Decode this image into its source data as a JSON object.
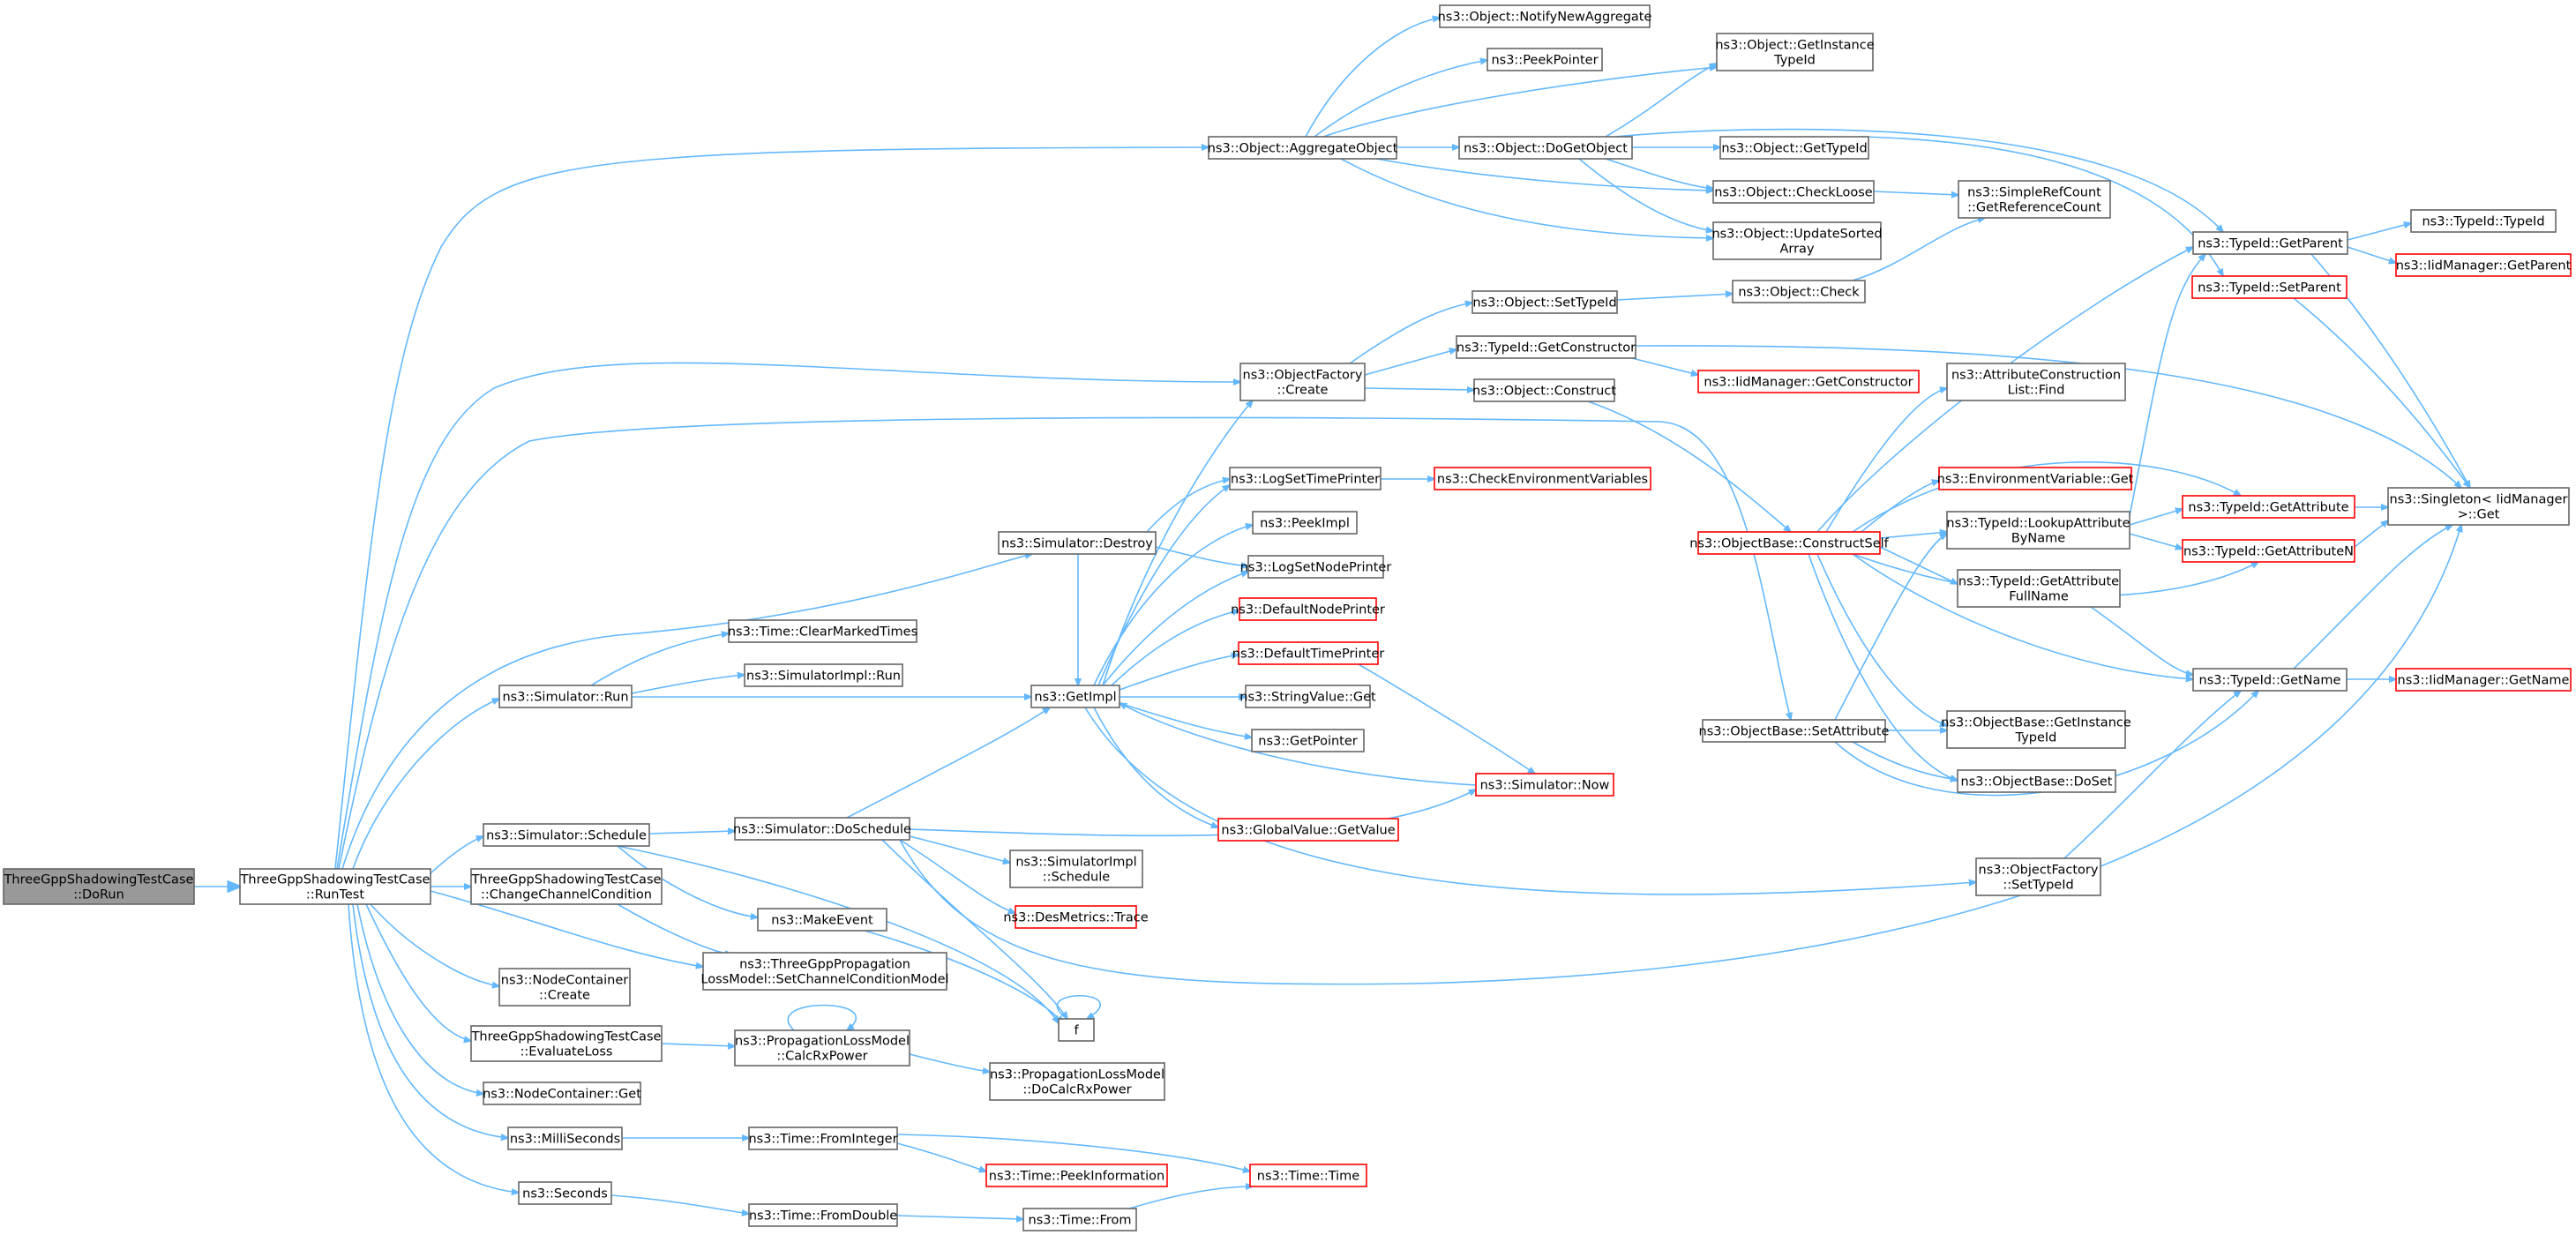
{
  "graph_title": "",
  "nodes": {
    "doRun": {
      "lines": [
        "ThreeGppShadowingTestCase",
        "::DoRun"
      ]
    },
    "runTest": {
      "lines": [
        "ThreeGppShadowingTestCase",
        "::RunTest"
      ]
    },
    "aggregateObject": {
      "lines": [
        "ns3::Object::AggregateObject"
      ]
    },
    "notifyNewAggregate": {
      "lines": [
        "ns3::Object::NotifyNewAggregate"
      ]
    },
    "peekPointer": {
      "lines": [
        "ns3::PeekPointer"
      ]
    },
    "getInstanceTypeIdObj": {
      "lines": [
        "ns3::Object::GetInstance",
        "TypeId"
      ]
    },
    "doGetObject": {
      "lines": [
        "ns3::Object::DoGetObject"
      ]
    },
    "getTypeIdObj": {
      "lines": [
        "ns3::Object::GetTypeId"
      ]
    },
    "checkLoose": {
      "lines": [
        "ns3::Object::CheckLoose"
      ]
    },
    "simpleRefCount": {
      "lines": [
        "ns3::SimpleRefCount",
        "::GetReferenceCount"
      ]
    },
    "updateSortedArray": {
      "lines": [
        "ns3::Object::UpdateSorted",
        "Array"
      ]
    },
    "typeIdGetParent": {
      "lines": [
        "ns3::TypeId::GetParent"
      ]
    },
    "typeIdTypeId": {
      "lines": [
        "ns3::TypeId::TypeId"
      ]
    },
    "iidGetParent": {
      "lines": [
        "ns3::IidManager::GetParent"
      ]
    },
    "typeIdSetParent": {
      "lines": [
        "ns3::TypeId::SetParent"
      ]
    },
    "setTypeIdObj": {
      "lines": [
        "ns3::Object::SetTypeId"
      ]
    },
    "objectCheck": {
      "lines": [
        "ns3::Object::Check"
      ]
    },
    "objectFactoryCreate": {
      "lines": [
        "ns3::ObjectFactory",
        "::Create"
      ]
    },
    "typeIdGetConstructor": {
      "lines": [
        "ns3::TypeId::GetConstructor"
      ]
    },
    "iidGetConstructor": {
      "lines": [
        "ns3::IidManager::GetConstructor"
      ]
    },
    "objectConstruct": {
      "lines": [
        "ns3::Object::Construct"
      ]
    },
    "attrConstructionFind": {
      "lines": [
        "ns3::AttributeConstruction",
        "List::Find"
      ]
    },
    "logSetTimePrinter": {
      "lines": [
        "ns3::LogSetTimePrinter"
      ]
    },
    "checkEnvVars": {
      "lines": [
        "ns3::CheckEnvironmentVariables"
      ]
    },
    "envVarGet": {
      "lines": [
        "ns3::EnvironmentVariable::Get"
      ]
    },
    "typeIdGetAttribute": {
      "lines": [
        "ns3::TypeId::GetAttribute"
      ]
    },
    "singletonGet": {
      "lines": [
        "ns3::Singleton< IidManager",
        ">::Get"
      ]
    },
    "simulatorDestroy": {
      "lines": [
        "ns3::Simulator::Destroy"
      ]
    },
    "peekImpl": {
      "lines": [
        "ns3::PeekImpl"
      ]
    },
    "objectBaseConstructSelf": {
      "lines": [
        "ns3::ObjectBase::ConstructSelf"
      ]
    },
    "lookupAttrByName": {
      "lines": [
        "ns3::TypeId::LookupAttribute",
        "ByName"
      ]
    },
    "typeIdGetAttributeN": {
      "lines": [
        "ns3::TypeId::GetAttributeN"
      ]
    },
    "logSetNodePrinter": {
      "lines": [
        "ns3::LogSetNodePrinter"
      ]
    },
    "getAttributeFullName": {
      "lines": [
        "ns3::TypeId::GetAttribute",
        "FullName"
      ]
    },
    "defaultNodePrinter": {
      "lines": [
        "ns3::DefaultNodePrinter"
      ]
    },
    "timeClearMarkedTimes": {
      "lines": [
        "ns3::Time::ClearMarkedTimes"
      ]
    },
    "defaultTimePrinter": {
      "lines": [
        "ns3::DefaultTimePrinter"
      ]
    },
    "simulatorImplRun": {
      "lines": [
        "ns3::SimulatorImpl::Run"
      ]
    },
    "typeIdGetName": {
      "lines": [
        "ns3::TypeId::GetName"
      ]
    },
    "iidGetName": {
      "lines": [
        "ns3::IidManager::GetName"
      ]
    },
    "simulatorRun": {
      "lines": [
        "ns3::Simulator::Run"
      ]
    },
    "getImpl": {
      "lines": [
        "ns3::GetImpl"
      ]
    },
    "stringValueGet": {
      "lines": [
        "ns3::StringValue::Get"
      ]
    },
    "objectBaseSetAttribute": {
      "lines": [
        "ns3::ObjectBase::SetAttribute"
      ]
    },
    "objectBaseGetInstanceTypeId": {
      "lines": [
        "ns3::ObjectBase::GetInstance",
        "TypeId"
      ]
    },
    "getPointer": {
      "lines": [
        "ns3::GetPointer"
      ]
    },
    "objectBaseDoSet": {
      "lines": [
        "ns3::ObjectBase::DoSet"
      ]
    },
    "simulatorNow": {
      "lines": [
        "ns3::Simulator::Now"
      ]
    },
    "simulatorSchedule": {
      "lines": [
        "ns3::Simulator::Schedule"
      ]
    },
    "simulatorDoSchedule": {
      "lines": [
        "ns3::Simulator::DoSchedule"
      ]
    },
    "globalValueGetValue": {
      "lines": [
        "ns3::GlobalValue::GetValue"
      ]
    },
    "simulatorImplSchedule": {
      "lines": [
        "ns3::SimulatorImpl",
        "::Schedule"
      ]
    },
    "objectFactorySetTypeId": {
      "lines": [
        "ns3::ObjectFactory",
        "::SetTypeId"
      ]
    },
    "changeChannelCondition": {
      "lines": [
        "ThreeGppShadowingTestCase",
        "::ChangeChannelCondition"
      ]
    },
    "desMetricsTrace": {
      "lines": [
        "ns3::DesMetrics::Trace"
      ]
    },
    "makeEvent": {
      "lines": [
        "ns3::MakeEvent"
      ]
    },
    "setChannelConditionModel": {
      "lines": [
        "ns3::ThreeGppPropagation",
        "LossModel::SetChannelConditionModel"
      ]
    },
    "nodeContainerCreate": {
      "lines": [
        "ns3::NodeContainer",
        "::Create"
      ]
    },
    "f": {
      "lines": [
        "f"
      ]
    },
    "evaluateLoss": {
      "lines": [
        "ThreeGppShadowingTestCase",
        "::EvaluateLoss"
      ]
    },
    "calcRxPower": {
      "lines": [
        "ns3::PropagationLossModel",
        "::CalcRxPower"
      ]
    },
    "doCalcRxPower": {
      "lines": [
        "ns3::PropagationLossModel",
        "::DoCalcRxPower"
      ]
    },
    "nodeContainerGet": {
      "lines": [
        "ns3::NodeContainer::Get"
      ]
    },
    "milliSeconds": {
      "lines": [
        "ns3::MilliSeconds"
      ]
    },
    "timeFromInteger": {
      "lines": [
        "ns3::Time::FromInteger"
      ]
    },
    "timePeekInformation": {
      "lines": [
        "ns3::Time::PeekInformation"
      ]
    },
    "timeTime": {
      "lines": [
        "ns3::Time::Time"
      ]
    },
    "seconds": {
      "lines": [
        "ns3::Seconds"
      ]
    },
    "timeFromDouble": {
      "lines": [
        "ns3::Time::FromDouble"
      ]
    },
    "timeFrom": {
      "lines": [
        "ns3::Time::From"
      ]
    }
  }
}
